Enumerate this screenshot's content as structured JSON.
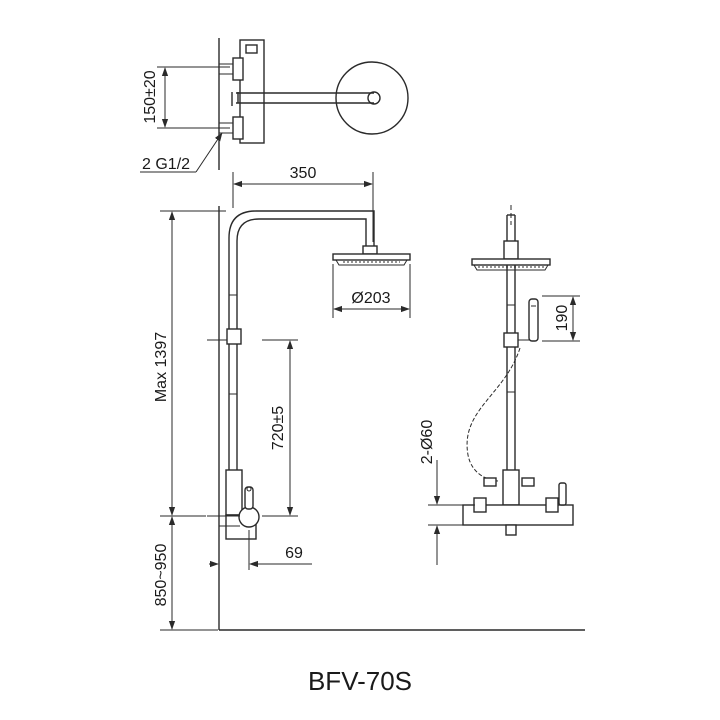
{
  "diagram": {
    "model": "BFV-70S",
    "dimensions": {
      "inlet_spacing": "150±20",
      "inlet_thread": "2 G1/2",
      "arm_reach": "350",
      "head_diameter": "Ø203",
      "max_height": "Max 1397",
      "slide_distance": "720±5",
      "wall_offset": "69",
      "mount_height": "850~950",
      "handshower_height": "190",
      "escutcheon": "2-Ø60"
    },
    "colors": {
      "line": "#2a2a2a",
      "background": "#ffffff"
    }
  }
}
